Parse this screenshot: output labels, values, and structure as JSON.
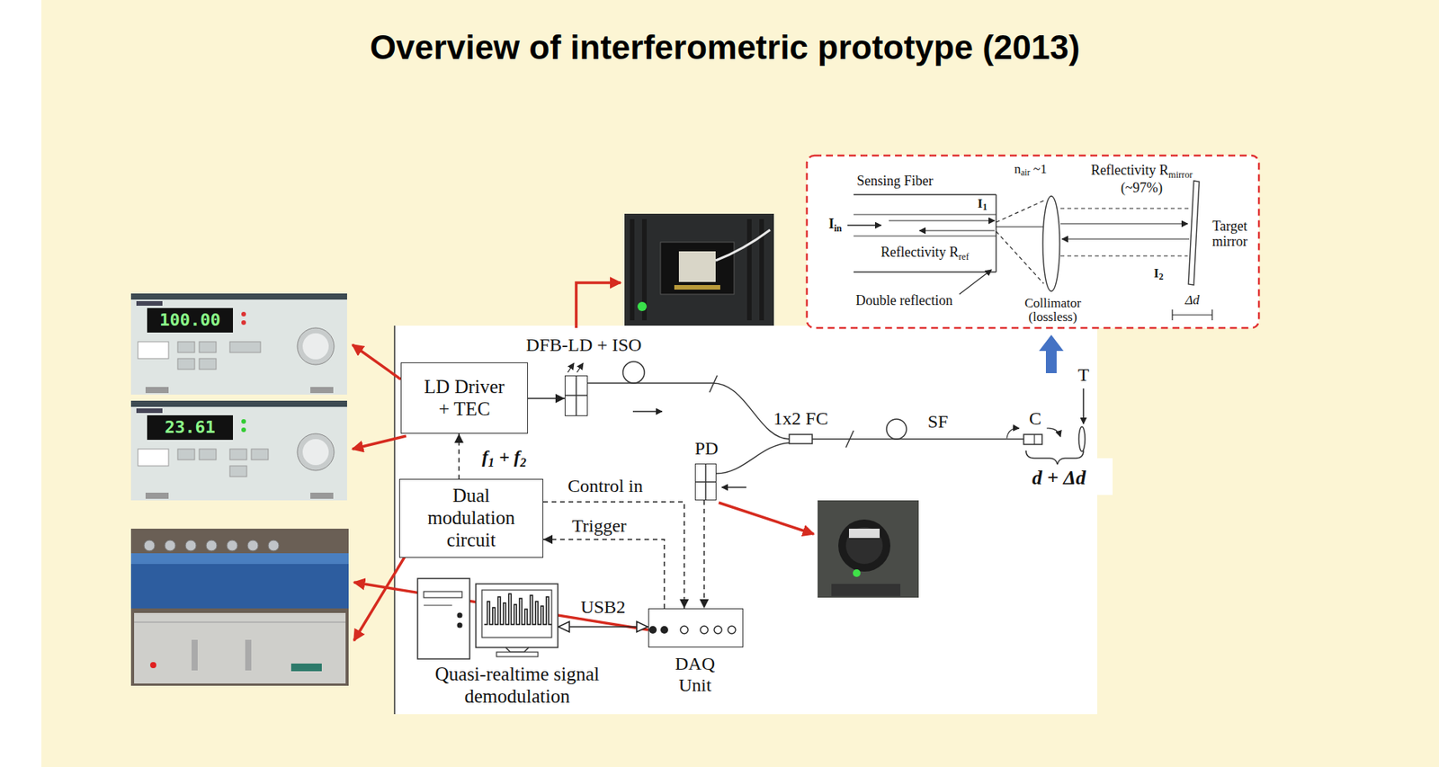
{
  "diagram": {
    "title": "Overview of interferometric prototype (2013)",
    "nodes": [
      {
        "text": [
          "LD Driver + TEC"
        ]
      },
      {
        "text": [
          "DFB-LD + ISO"
        ]
      },
      {
        "text": [
          "Dual modulation circuit"
        ]
      },
      {
        "text": [
          "PD"
        ]
      },
      {
        "text": [
          "Quasi-realtime signal demodulation"
        ]
      },
      {
        "text": [
          "DAQ Unit"
        ]
      }
    ],
    "edges": [
      {
        "from": 0,
        "to": 1,
        "arrow": "to"
      },
      {
        "from": 2,
        "to": 0,
        "label": "f1 + f2",
        "arrow": "to"
      },
      {
        "from": 2,
        "to": 5,
        "label": "Control in",
        "arrow": "to"
      },
      {
        "from": 5,
        "to": 2,
        "label": "Trigger",
        "arrow": "to"
      },
      {
        "from": 3,
        "to": 5,
        "arrow": "to"
      },
      {
        "from": 4,
        "to": 5,
        "label": "USB2",
        "arrow": "both"
      }
    ],
    "labels": [
      "1x2 FC",
      "SF",
      "C",
      "T",
      "d + Δd",
      "Sensing Fiber",
      "nair ~1",
      "Reflectivity Rmirror (~97%)",
      "Iin",
      "I1",
      "Reflectivity Rref",
      "Target mirror",
      "I2",
      "Double reflection",
      "Collimator (lossless)",
      "Δd",
      "100.00",
      "23.61"
    ]
  }
}
